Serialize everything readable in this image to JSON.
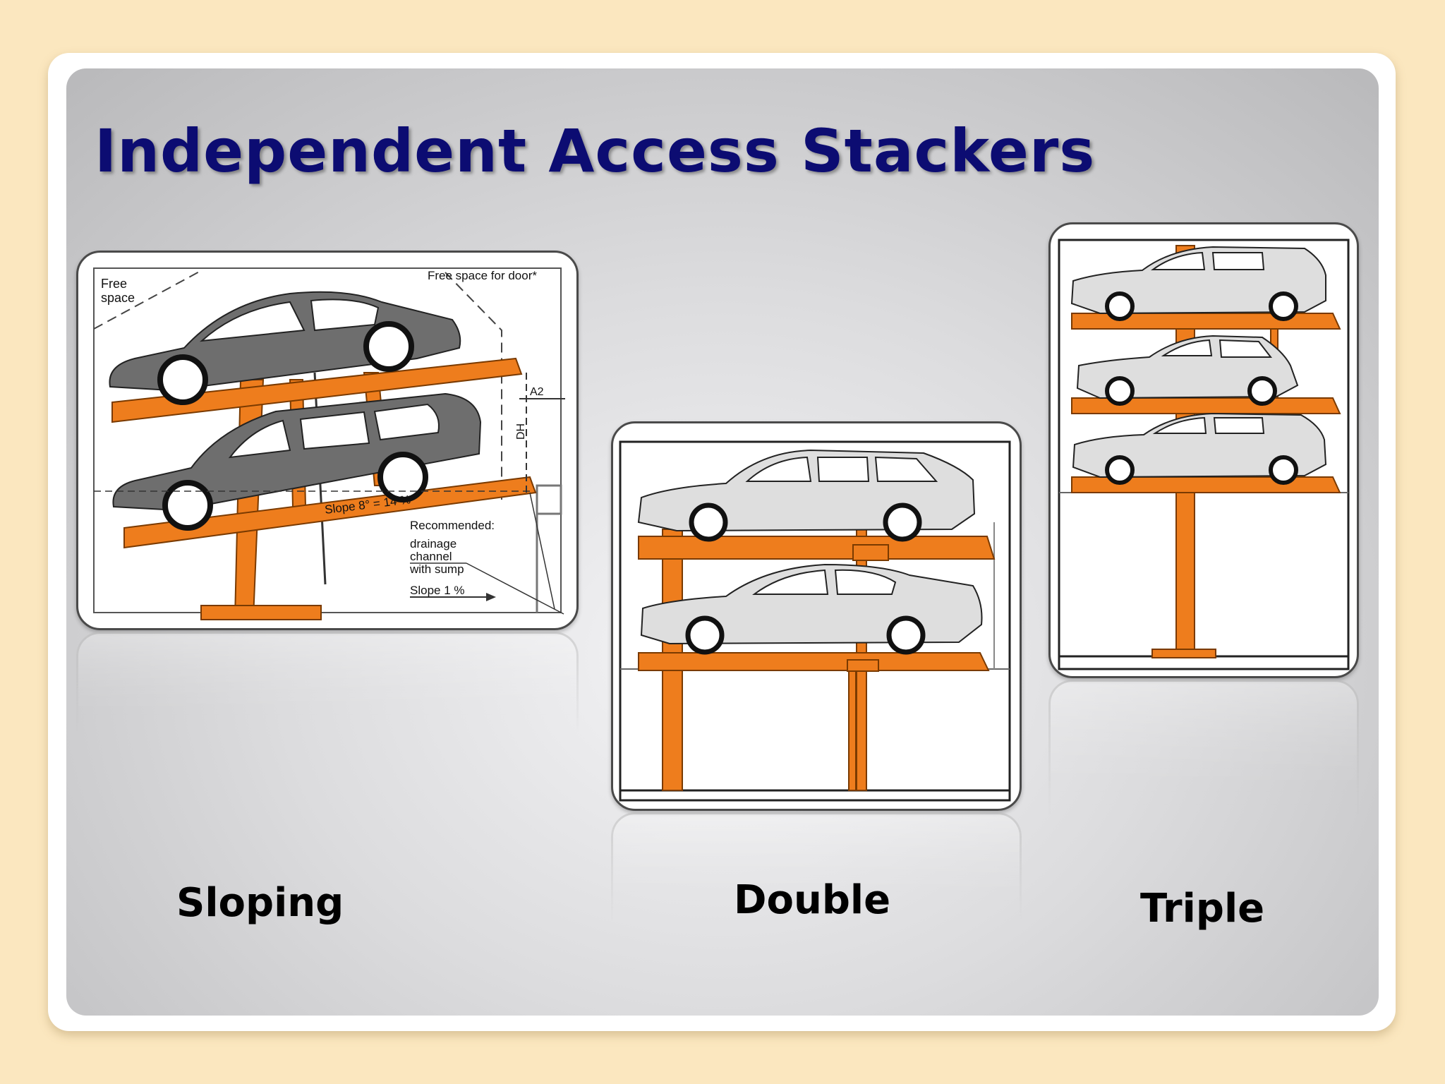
{
  "slide": {
    "title": "Independent Access Stackers"
  },
  "panels": [
    {
      "id": "sloping",
      "caption": "Sloping",
      "annotations": {
        "free_space": [
          "Free",
          "space"
        ],
        "free_space_door": "Free space for door*",
        "dim_a2": "A2",
        "dim_dh": "DH",
        "slope_main": "Slope 8° = 14 %",
        "recommended": "Recommended:",
        "drainage": [
          "drainage",
          "channel",
          "with sump"
        ],
        "slope_floor": "Slope 1 %"
      },
      "icon": "sloping-stacker-diagram-icon"
    },
    {
      "id": "double",
      "caption": "Double",
      "icon": "double-stacker-diagram-icon"
    },
    {
      "id": "triple",
      "caption": "Triple",
      "icon": "triple-stacker-diagram-icon"
    }
  ],
  "colors": {
    "background": "#fbe7bf",
    "title": "#0c0c72",
    "platform_orange": "#ee7d1d",
    "car_gray": "#6e6e6e"
  }
}
